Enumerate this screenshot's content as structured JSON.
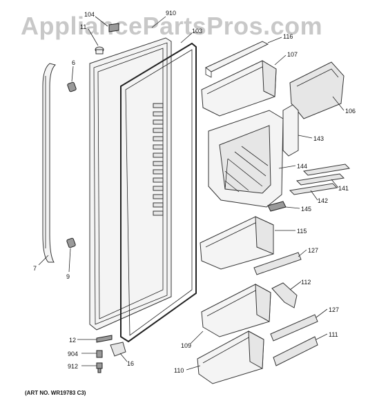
{
  "watermark": "AppliancePartsPros.com",
  "art_number": "(ART NO. WR19783 C3)",
  "labels": {
    "p104": "104",
    "p910": "910",
    "p11": "11",
    "p103": "103",
    "p116": "116",
    "p107": "107",
    "p6": "6",
    "p106": "106",
    "p143": "143",
    "p144": "144",
    "p141": "141",
    "p142": "142",
    "p145": "145",
    "p115": "115",
    "p127a": "127",
    "p7": "7",
    "p9": "9",
    "p112": "112",
    "p127b": "127",
    "p12": "12",
    "p109": "109",
    "p111": "111",
    "p904": "904",
    "p16": "16",
    "p912": "912",
    "p110": "110"
  }
}
